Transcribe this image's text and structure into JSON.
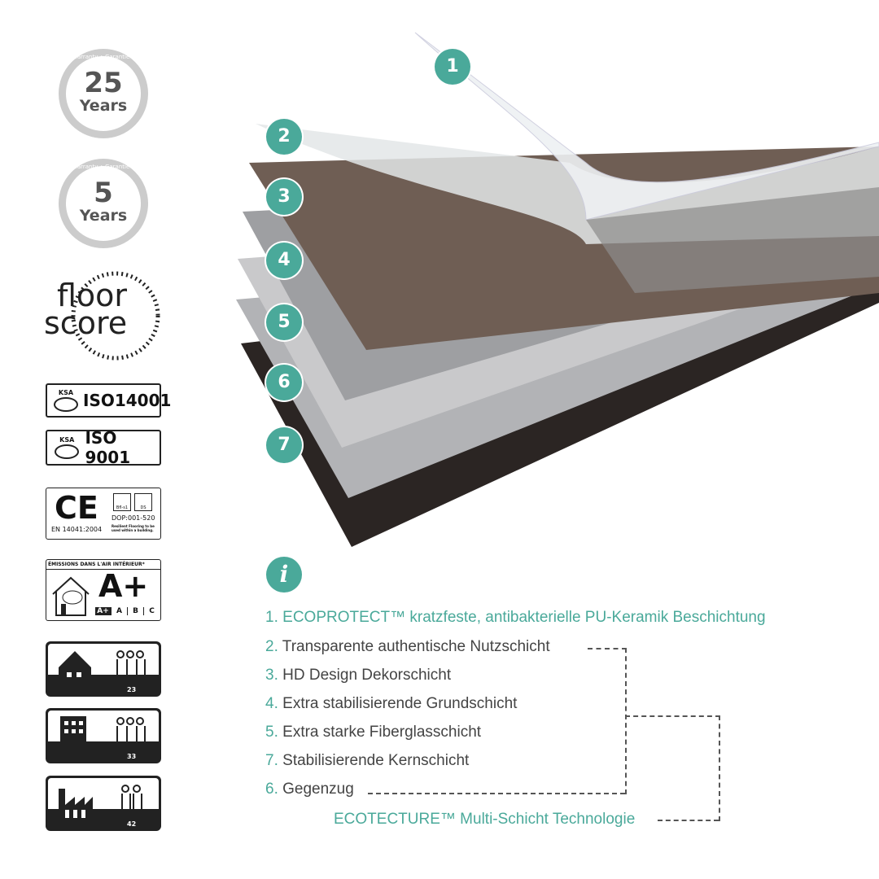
{
  "badges": {
    "warranty_arc": "Warranty • Garantie • Garant",
    "warranty1": {
      "number": "25",
      "unit": "Years"
    },
    "warranty2": {
      "number": "5",
      "unit": "Years"
    },
    "floorscore": {
      "line1": "floor",
      "line2": "score"
    },
    "iso1": {
      "org": "KSA",
      "code": "ISO14001"
    },
    "iso2": {
      "org": "KSA",
      "code": "ISO 9001"
    },
    "ce": {
      "mark": "CE",
      "standard": "EN 14041:2004",
      "fire": "Bfl-s1",
      "slip": "DS",
      "dop": "DOP:001-520",
      "note": "Resilient Flooring to be used within a building."
    },
    "emissions": {
      "title": "ÉMISSIONS DANS L'AIR INTÉRIEUR*",
      "grade": "A+",
      "scale": [
        "A+",
        "A",
        "B",
        "C"
      ]
    },
    "classes": [
      "23",
      "33",
      "42"
    ]
  },
  "layer_markers": [
    "1",
    "2",
    "3",
    "4",
    "5",
    "6",
    "7"
  ],
  "info_icon": "i",
  "legend": [
    {
      "num": "1.",
      "text": "ECOPROTECT™ kratzfeste, antibakterielle PU-Keramik Beschichtung"
    },
    {
      "num": "2.",
      "text": "Transparente authentische Nutzschicht"
    },
    {
      "num": "3.",
      "text": "HD Design Dekorschicht"
    },
    {
      "num": "4.",
      "text": "Extra stabilisierende Grundschicht"
    },
    {
      "num": "5.",
      "text": "Extra starke Fiberglasschicht"
    },
    {
      "num": "7.",
      "text": "Stabilisierende Kernschicht"
    },
    {
      "num": "6.",
      "text": "Gegenzug"
    }
  ],
  "technology": "ECOTECTURE™ Multi-Schicht Technologie",
  "colors": {
    "accent": "#4aa99a",
    "text": "#444444"
  }
}
